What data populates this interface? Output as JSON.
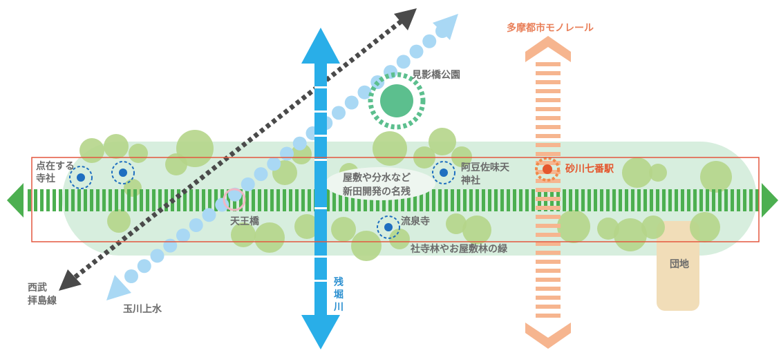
{
  "labels": {
    "monorail": "多摩都市モノレール",
    "park": "見影橋公園",
    "temple_left_1": "点在する",
    "temple_left_2": "寺社",
    "oval_1": "屋敷や分水など",
    "oval_2": "新田開発の名残",
    "shrine_1": "阿豆佐味天",
    "shrine_2": "神社",
    "station": "砂川七番駅",
    "bridge": "天王橋",
    "temple_ryusen": "流泉寺",
    "forest": "社寺林やお屋敷林の緑",
    "danchi": "団地",
    "seibu_1": "西武",
    "seibu_2": "拝島線",
    "tamagawa": "玉川上水",
    "river_1": "残",
    "river_2": "堀",
    "river_3": "川"
  },
  "colors": {
    "green_band": "#d7eede",
    "stripe_green": "#4caf50",
    "tree": "#b5d58a",
    "river_blue": "#29aee8",
    "light_blue": "#a9d8f4",
    "railway": "#4a4a4a",
    "monorail": "#f6b58f",
    "highlight_frame": "#e4573e",
    "park": "#5cbf8e",
    "temple": "#1f6fc0",
    "station": "#f08a4b",
    "danchi": "#f1ddb8"
  }
}
